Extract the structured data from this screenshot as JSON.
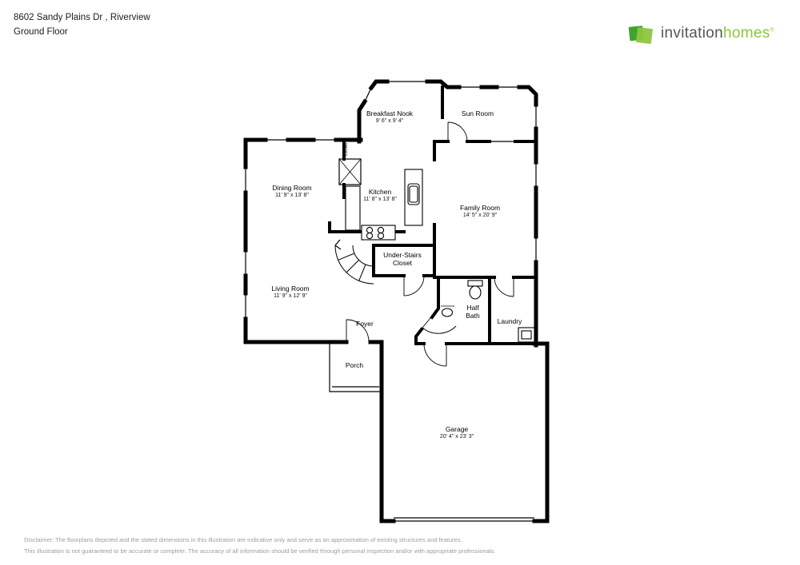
{
  "header": {
    "address": "8602 Sandy Plains Dr , Riverview",
    "floor_label": "Ground Floor"
  },
  "brand": {
    "word1": "invitation",
    "word2": "homes",
    "registered": "®",
    "green_light": "#8dc63f",
    "green_dark": "#3fa42c",
    "text_gray": "#54565a"
  },
  "rooms": {
    "breakfast_nook": {
      "name": "Breakfast Nook",
      "dims": "9' 6\" x 9' 4\""
    },
    "sun_room": {
      "name": "Sun Room",
      "dims": ""
    },
    "dining_room": {
      "name": "Dining Room",
      "dims": "11' 9\" x 13' 8\""
    },
    "kitchen": {
      "name": "Kitchen",
      "dims": "11' 8\" x 13' 8\""
    },
    "family_room": {
      "name": "Family Room",
      "dims": "14' 5\" x 20' 9\""
    },
    "under_stairs": {
      "name": "Under-Stairs Closet",
      "dims": ""
    },
    "living_room": {
      "name": "Living Room",
      "dims": "11' 9\" x 12' 9\""
    },
    "half_bath": {
      "name": "Half Bath",
      "dims": ""
    },
    "laundry": {
      "name": "Laundry",
      "dims": ""
    },
    "foyer": {
      "name": "Foyer",
      "dims": ""
    },
    "porch": {
      "name": "Porch",
      "dims": ""
    },
    "garage": {
      "name": "Garage",
      "dims": "20' 4\" x 23' 3\""
    },
    "closet": {
      "name": "Closet",
      "dims": ""
    }
  },
  "footer": {
    "line1": "Disclaimer: The floorplans depicted and the stated dimensions in this illustration are indicative only and serve as an approximation of existing structures and features.",
    "line2": "This illustration is not guaranteed to be accurate or complete. The accuracy of all information should be verified through personal inspection and/or with appropriate professionals."
  }
}
